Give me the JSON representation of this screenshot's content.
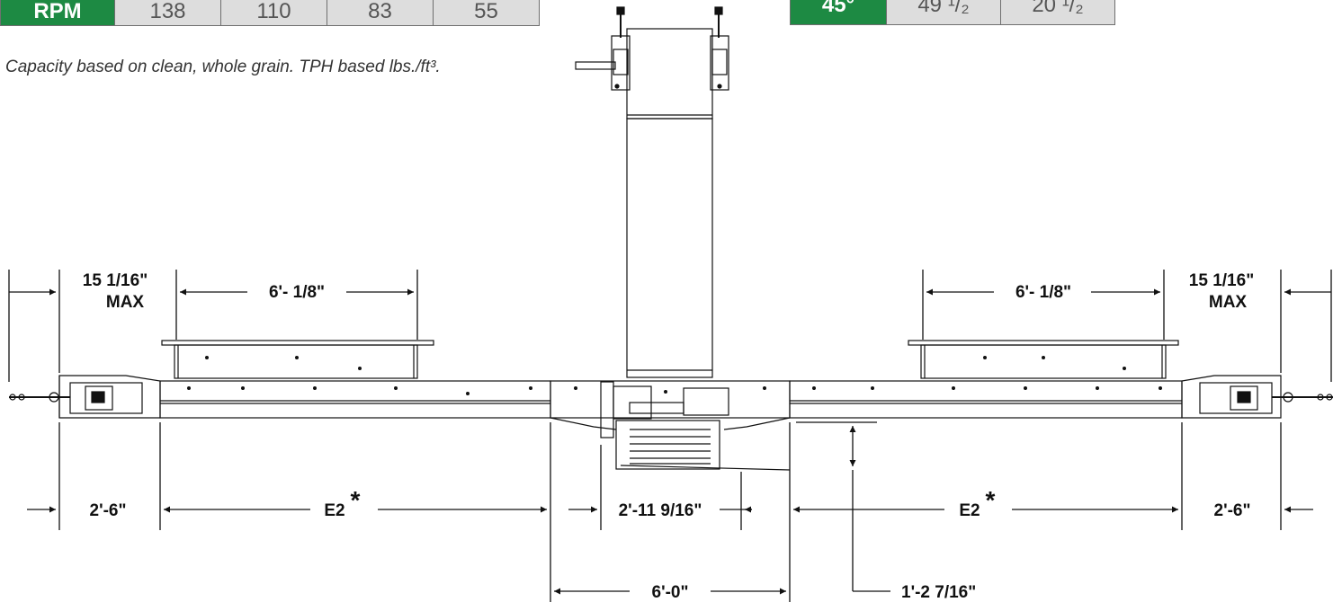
{
  "rpm_table": {
    "label": "RPM",
    "values": [
      "138",
      "110",
      "83",
      "55"
    ]
  },
  "angle_table": {
    "label": "45°",
    "values": [
      "49 ¹/₂",
      "20 ¹/₂"
    ]
  },
  "note": "Capacity based on clean, whole grain.  TPH based lbs./ft³.",
  "dimensions": {
    "left_max_value": "15 1/16\"",
    "left_max_suffix": "MAX",
    "right_max_value": "15 1/16\"",
    "right_max_suffix": "MAX",
    "left_inlet_width": "6'- 1/8\"",
    "right_inlet_width": "6'- 1/8\"",
    "left_end": "2'-6\"",
    "right_end": "2'-6\"",
    "left_e2": "E2",
    "right_e2": "E2",
    "asterisk": "*",
    "center_width": "2'-11 9/16\"",
    "center_span": "6'-0\"",
    "drop_height": "1'-2 7/16\""
  },
  "colors": {
    "header_green": "#1d8a43",
    "cell_gray": "#dddddd"
  }
}
